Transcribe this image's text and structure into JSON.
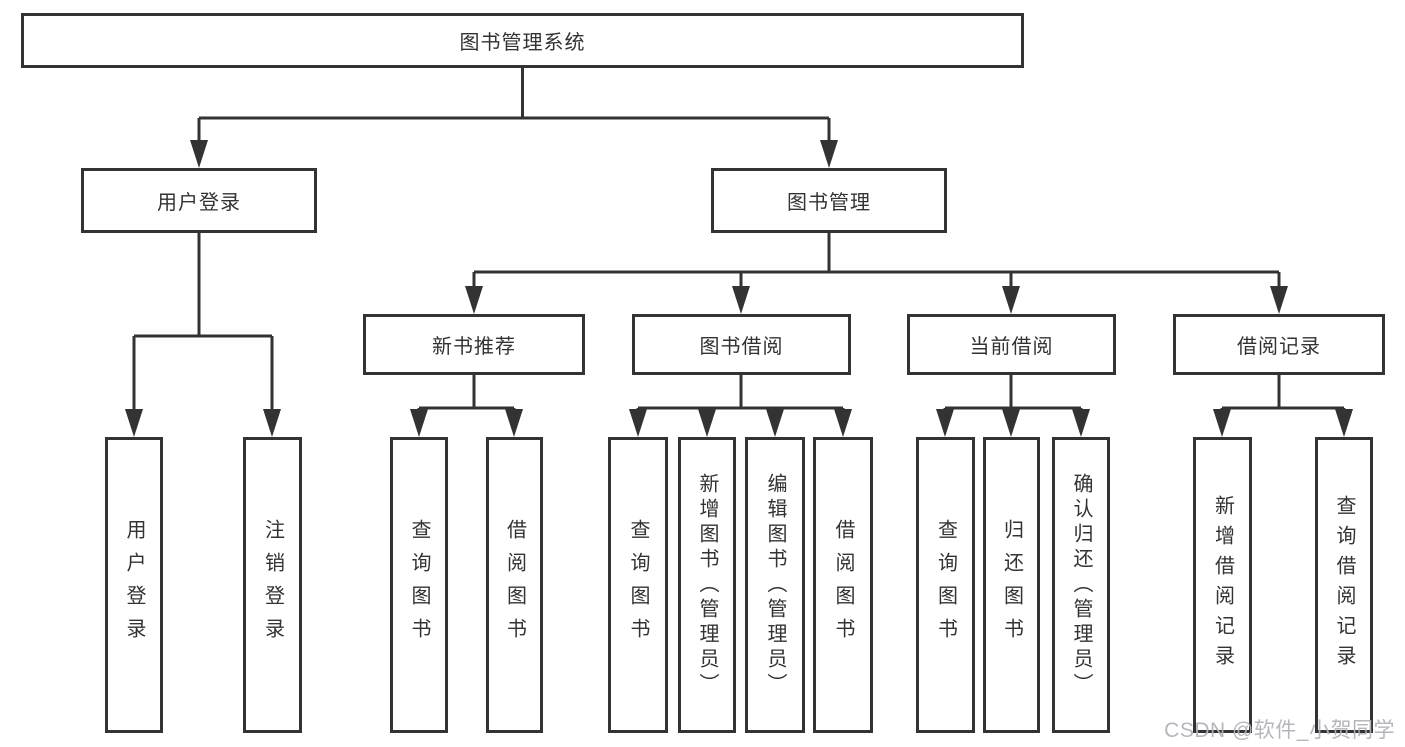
{
  "colors": {
    "line": "#333333",
    "box_border": "#333333",
    "text": "#333333",
    "watermark": "#b2b2ba"
  },
  "tree": {
    "label": "图书管理系统",
    "children": [
      {
        "label": "用户登录",
        "children": [
          {
            "label": "用户登录"
          },
          {
            "label": "注销登录"
          }
        ]
      },
      {
        "label": "图书管理",
        "children": [
          {
            "label": "新书推荐",
            "children": [
              {
                "label": "查询图书"
              },
              {
                "label": "借阅图书"
              }
            ]
          },
          {
            "label": "图书借阅",
            "children": [
              {
                "label": "查询图书"
              },
              {
                "label": "新增图书（管理员）"
              },
              {
                "label": "编辑图书（管理员）"
              },
              {
                "label": "借阅图书"
              }
            ]
          },
          {
            "label": "当前借阅",
            "children": [
              {
                "label": "查询图书"
              },
              {
                "label": "归还图书"
              },
              {
                "label": "确认归还（管理员）"
              }
            ]
          },
          {
            "label": "借阅记录",
            "children": [
              {
                "label": "新增借阅记录"
              },
              {
                "label": "查询借阅记录"
              }
            ]
          }
        ]
      }
    ]
  },
  "watermark": {
    "text": "CSDN @软件_小贺同学"
  }
}
